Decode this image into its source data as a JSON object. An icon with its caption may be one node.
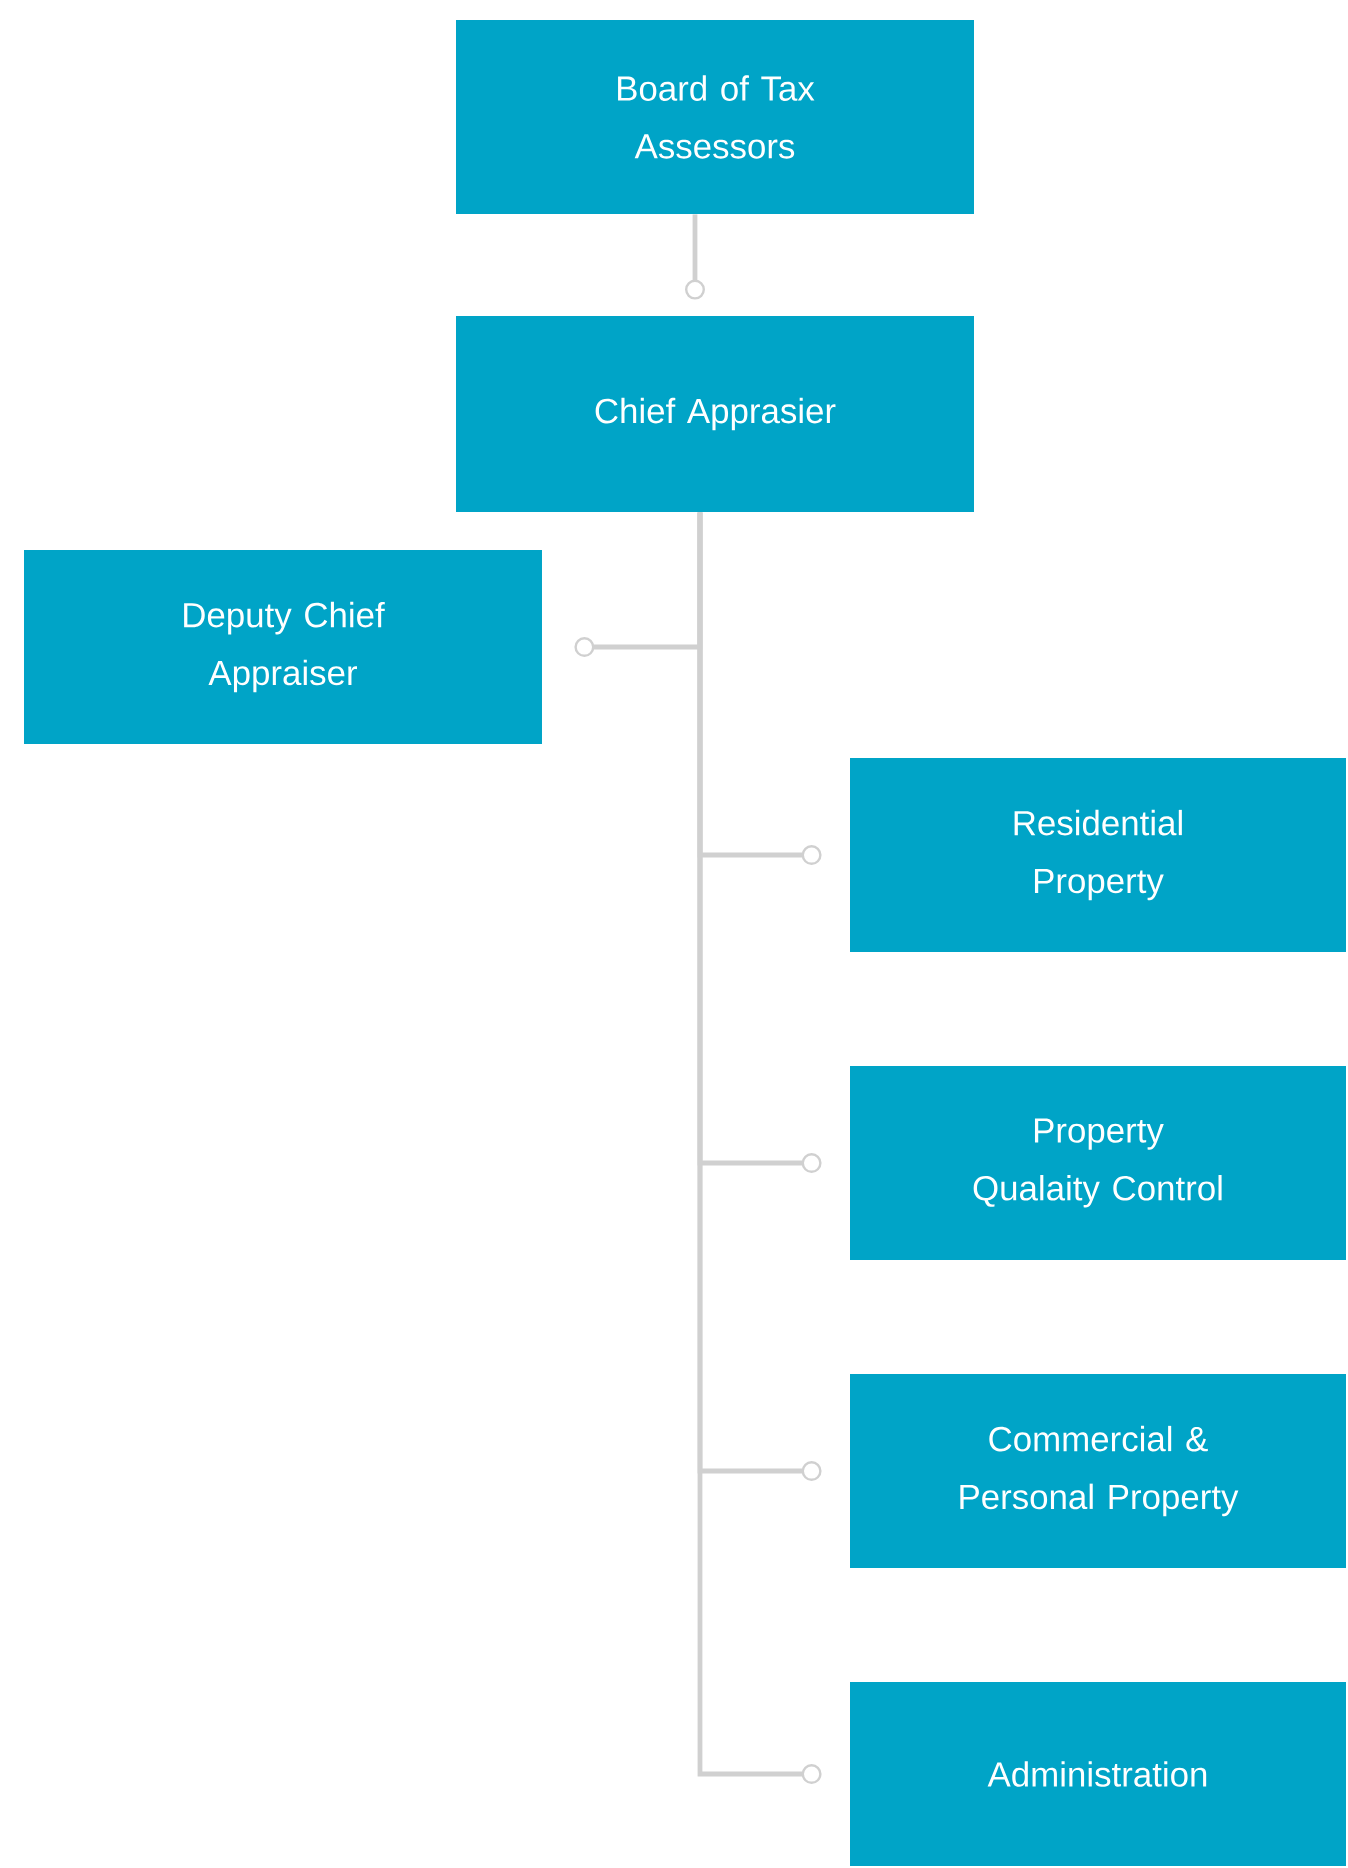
{
  "diagram": {
    "nodes": [
      {
        "text": [
          "Board of Tax Assessors"
        ]
      },
      {
        "text": [
          "Chief Apprasier"
        ]
      },
      {
        "text": [
          "Deputy Chief Appraiser"
        ]
      },
      {
        "text": [
          "Residential Property"
        ]
      },
      {
        "text": [
          "Property Qualaity Control"
        ]
      },
      {
        "text": [
          "Commercial & Personal Property"
        ]
      },
      {
        "text": [
          "Administration"
        ]
      }
    ],
    "edges": [
      {
        "from": 0,
        "to": 1,
        "arrow": "other"
      },
      {
        "from": 1,
        "to": 2,
        "arrow": "other"
      },
      {
        "from": 1,
        "to": 3,
        "arrow": "other"
      },
      {
        "from": 1,
        "to": 4,
        "arrow": "other"
      },
      {
        "from": 1,
        "to": 5,
        "arrow": "other"
      },
      {
        "from": 1,
        "to": 6,
        "arrow": "other"
      }
    ]
  }
}
